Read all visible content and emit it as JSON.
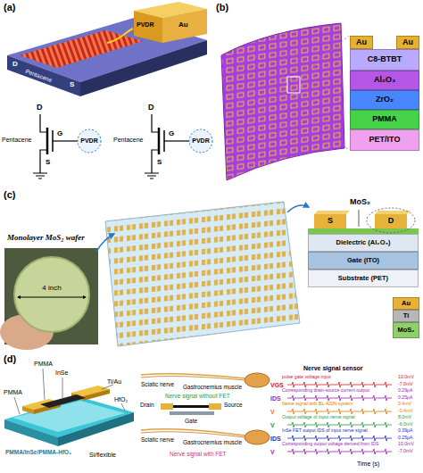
{
  "diagram": {
    "nodes": [
      {
        "text": [
          "Au"
        ]
      },
      {
        "text": [
          "Au"
        ]
      },
      {
        "text": [
          "C8-BTBT"
        ]
      },
      {
        "text": [
          "Al₂O₃"
        ]
      },
      {
        "text": [
          "ZrO₂"
        ]
      },
      {
        "text": [
          "PMMA"
        ]
      },
      {
        "text": [
          "PET/ITO"
        ]
      },
      {
        "text": [
          "Dielectric (Al₂O₃)"
        ]
      },
      {
        "text": [
          "Gate (ITO)"
        ]
      },
      {
        "text": [
          "Substrate (PET)"
        ]
      },
      {
        "text": [
          "Au"
        ]
      },
      {
        "text": [
          "Ti"
        ]
      },
      {
        "text": [
          "MoS₂"
        ]
      }
    ],
    "labels": [
      "(a)",
      "Au",
      "D",
      "PVDR",
      "Pentacene",
      "S",
      "D",
      "Pentacene",
      "G",
      "PVDR",
      "S",
      "D",
      "Pentacene",
      "G",
      "PVDR",
      "S",
      "(b)",
      "(c)",
      "Monolayer MoS₂ wafer",
      "4 inch",
      "MoS₂",
      "S",
      "D",
      "(d)",
      "PMMA",
      "InSe",
      "Ti/Au",
      "PMMA",
      "HfO₂",
      "PMMA/InSe/PMMA-HfO₂",
      "Si/flexible",
      "Sciatic nerve",
      "Gastrocnemius muscle",
      "Nerve signal without FET",
      "Drain",
      "Source",
      "Gate",
      "Sciatic nerve",
      "Gastrocnemius muscle",
      "Nerve signal with FET",
      "Nerve signal sensor",
      "VGS",
      "pulse gate voltage input",
      "10.0mV",
      "-7.0mV",
      "IDS",
      "Corresponding drain-source current output",
      "0.29μA",
      "0.25μA",
      "V",
      "Nerve signal with BL-420N system",
      "0.4mV",
      "-0.4mV",
      "V",
      "Output voltage of input nerve signal",
      "8.0mV",
      "-6.0mV",
      "IDS",
      "InSe FET output IDS of input nerve signal",
      "0.39μA",
      "0.25μA",
      "V",
      "Corresponding output voltage derived from IDS",
      "10.0mV",
      "-7.0mV",
      "Time (s)"
    ]
  }
}
